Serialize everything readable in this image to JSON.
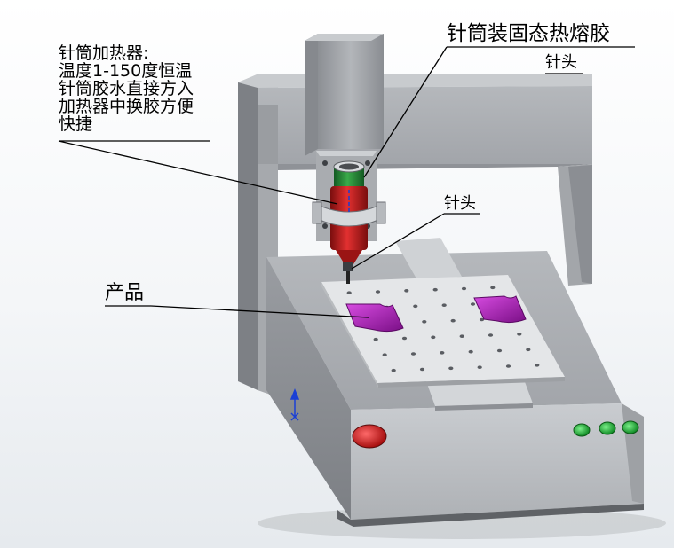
{
  "labels": {
    "heater": "针筒加热器:\n温度1-150度恒温\n针筒胶水直接方入\n加热器中换胶方便\n快捷",
    "title": "针筒装固态热熔胶",
    "tip_top": "针头",
    "tip_mid": "针头",
    "product": "产品"
  },
  "colors": {
    "frame": "#9ea1a6",
    "frame_dark": "#6f7277",
    "frame_light": "#c4c7cb",
    "plate": "#d9dbde",
    "product": "#b01fbf",
    "syringe_red": "#c81f1f",
    "syringe_green": "#2a8a3a",
    "button_red": "#d81c1c",
    "button_green": "#1fb33a",
    "axis_blue": "#1a3fd6"
  }
}
